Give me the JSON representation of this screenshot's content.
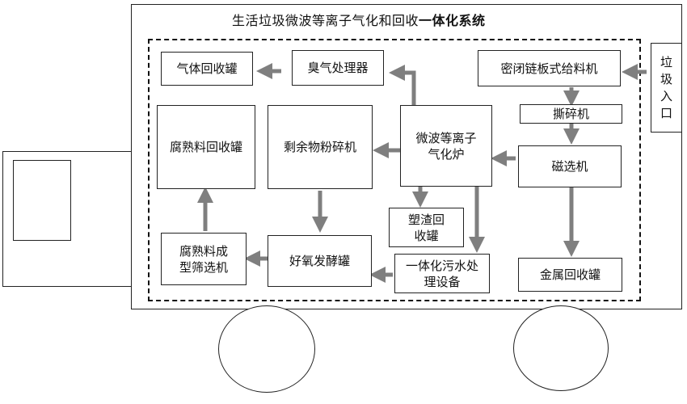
{
  "title": {
    "main": "生活垃圾微波等离子气化和回收",
    "bold": "一体化系统"
  },
  "boxes": {
    "gas_tank": "气体回收罐",
    "deodorizer": "臭气处理器",
    "feeder": "密闭链板式给料机",
    "inlet": "垃\n圾\n入\n口",
    "shredder": "撕碎机",
    "compost_tank": "腐熟料回收罐",
    "pulverizer": "剩余物粉碎机",
    "gasifier": "微波等离子\n气化炉",
    "magnetic": "磁选机",
    "slag_tank": "塑渣回\n收罐",
    "screening": "腐熟料成\n型筛选机",
    "fermenter": "好氧发酵罐",
    "wastewater": "一体化污水处\n理设备",
    "metal_tank": "金属回收罐"
  },
  "colors": {
    "arrow": "#7f7f7f",
    "line": "#222222"
  }
}
